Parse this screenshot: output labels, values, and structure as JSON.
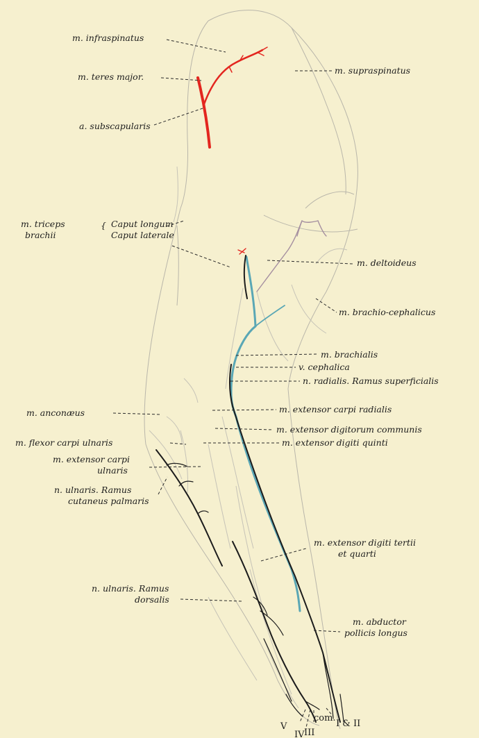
{
  "labels": {
    "infraspinatus": "m. infraspinatus",
    "teres_major": "m. teres major.",
    "supraspinatus": "m. supraspinatus",
    "subscapularis": "a. subscapularis",
    "triceps_a": "m. triceps",
    "triceps_b": "brachii",
    "caput_longum": "Caput longum",
    "caput_laterale": "Caput laterale",
    "deltoideus": "m. deltoideus",
    "brachio_cephalicus": "m. brachio-cephalicus",
    "brachialis": "m. brachialis",
    "cephalica": "v. cephalica",
    "radialis": "n. radialis.  Ramus superficialis",
    "anconaeus": "m. anconæus",
    "extensor_carpi_radialis": "m. extensor carpi radialis",
    "extensor_digitorum_communis": "m. extensor digitorum communis",
    "flexor_carpi_ulnaris": "m. flexor carpi ulnaris",
    "extensor_digiti_quinti": "m. extensor digiti quinti",
    "extensor_carpi_ulnaris_1": "m. extensor carpi",
    "extensor_carpi_ulnaris_2": "ulnaris",
    "ulnaris_palmaris_1": "n. ulnaris.  Ramus",
    "ulnaris_palmaris_2": "cutaneus palmaris",
    "extensor_digiti_tertii_1": "m. extensor digiti tertii",
    "extensor_digiti_tertii_2": "et quarti",
    "ulnaris_dorsalis_1": "n. ulnaris.  Ramus",
    "ulnaris_dorsalis_2": "dorsalis",
    "abductor_1": "m. abductor",
    "abductor_2": "pollicis longus"
  },
  "digits": {
    "v": "V",
    "iv": "IV",
    "iii": "III",
    "com": "com.",
    "i_ii": "I & II"
  },
  "colors": {
    "background": "#f6f0cf",
    "nerve": "#1c1c1c",
    "artery": "#e3261f",
    "vein": "#5aa7b5",
    "muscle_outline": "#b9b6aa"
  }
}
